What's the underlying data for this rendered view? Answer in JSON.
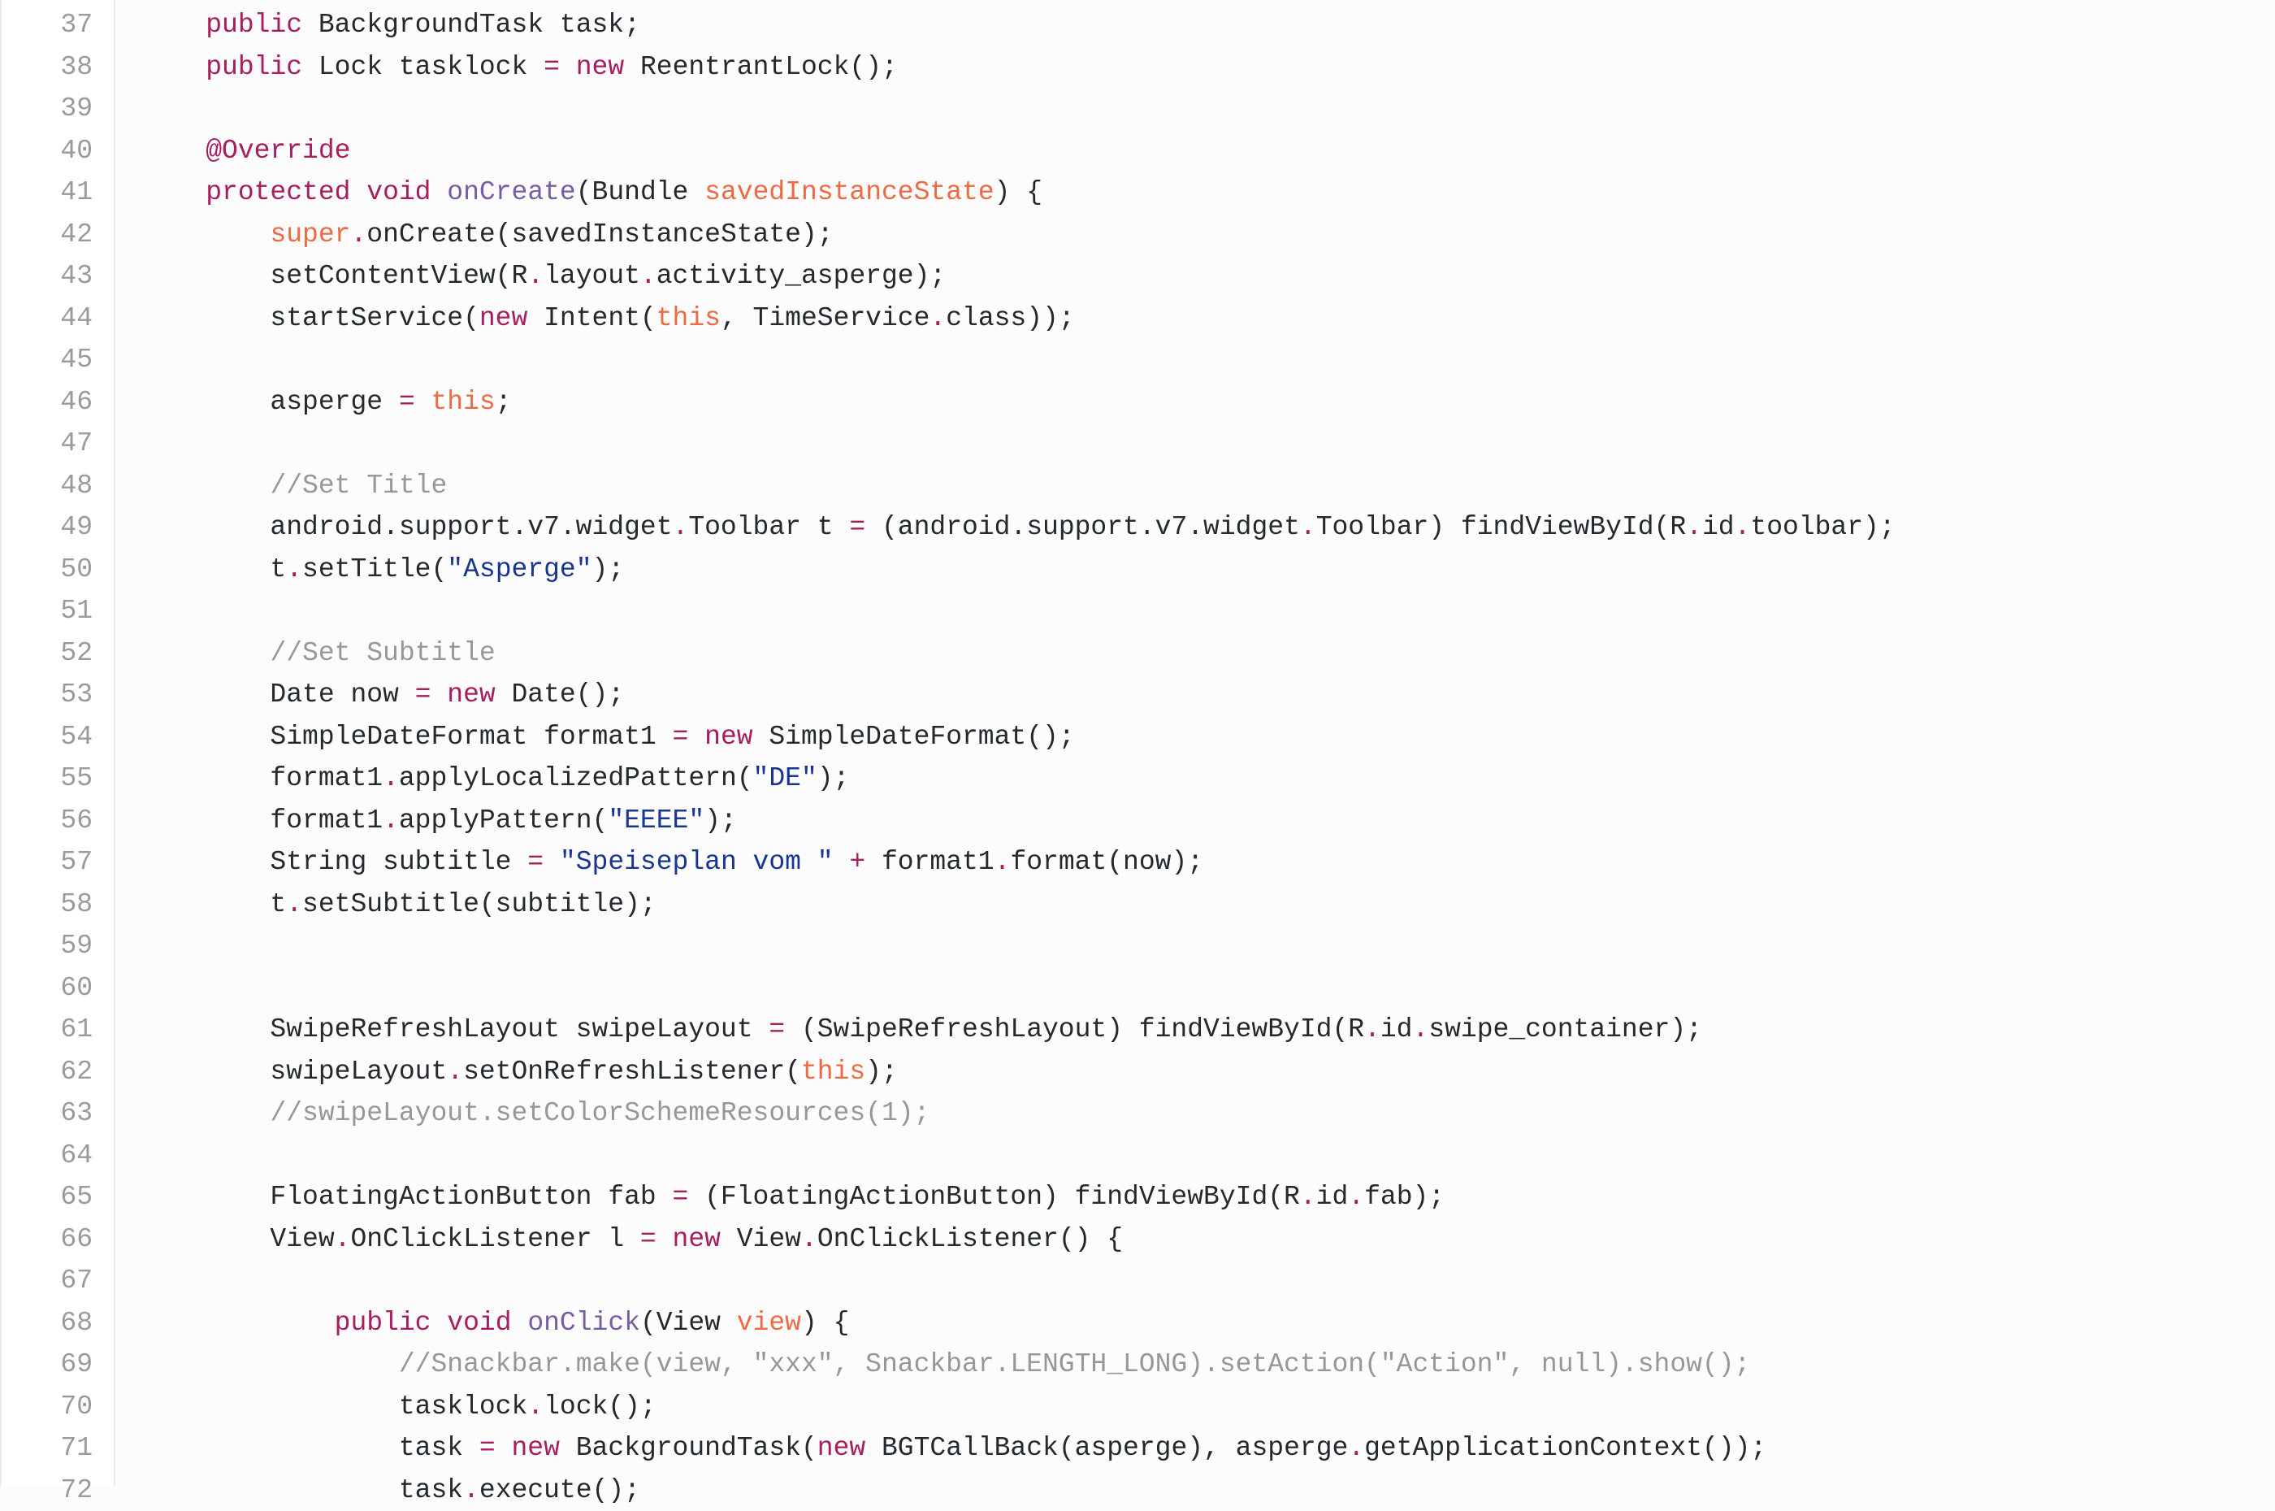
{
  "editor": {
    "lines": [
      {
        "n": "37",
        "tokens": [
          [
            "tx",
            "    "
          ],
          [
            "kw",
            "public"
          ],
          [
            "tx",
            " BackgroundTask task;"
          ]
        ]
      },
      {
        "n": "38",
        "tokens": [
          [
            "tx",
            "    "
          ],
          [
            "kw",
            "public"
          ],
          [
            "tx",
            " Lock tasklock "
          ],
          [
            "op",
            "="
          ],
          [
            "tx",
            " "
          ],
          [
            "kw",
            "new"
          ],
          [
            "tx",
            " ReentrantLock();"
          ]
        ]
      },
      {
        "n": "39",
        "tokens": []
      },
      {
        "n": "40",
        "tokens": [
          [
            "tx",
            "    "
          ],
          [
            "at",
            "@Override"
          ]
        ]
      },
      {
        "n": "41",
        "tokens": [
          [
            "tx",
            "    "
          ],
          [
            "kw",
            "protected"
          ],
          [
            "tx",
            " "
          ],
          [
            "kw",
            "void"
          ],
          [
            "tx",
            " "
          ],
          [
            "fn",
            "onCreate"
          ],
          [
            "tx",
            "(Bundle "
          ],
          [
            "pr",
            "savedInstanceState"
          ],
          [
            "tx",
            ") {"
          ]
        ]
      },
      {
        "n": "42",
        "tokens": [
          [
            "tx",
            "        "
          ],
          [
            "pr",
            "super"
          ],
          [
            "op",
            "."
          ],
          [
            "tx",
            "onCreate(savedInstanceState);"
          ]
        ]
      },
      {
        "n": "43",
        "tokens": [
          [
            "tx",
            "        setContentView(R"
          ],
          [
            "op",
            "."
          ],
          [
            "tx",
            "layout"
          ],
          [
            "op",
            "."
          ],
          [
            "tx",
            "activity_asperge);"
          ]
        ]
      },
      {
        "n": "44",
        "tokens": [
          [
            "tx",
            "        startService("
          ],
          [
            "kw",
            "new"
          ],
          [
            "tx",
            " Intent("
          ],
          [
            "pr",
            "this"
          ],
          [
            "tx",
            ", TimeService"
          ],
          [
            "op",
            "."
          ],
          [
            "tx",
            "class));"
          ]
        ]
      },
      {
        "n": "45",
        "tokens": []
      },
      {
        "n": "46",
        "tokens": [
          [
            "tx",
            "        asperge "
          ],
          [
            "op",
            "="
          ],
          [
            "tx",
            " "
          ],
          [
            "pr",
            "this"
          ],
          [
            "tx",
            ";"
          ]
        ]
      },
      {
        "n": "47",
        "tokens": []
      },
      {
        "n": "48",
        "tokens": [
          [
            "tx",
            "        "
          ],
          [
            "cm",
            "//Set Title"
          ]
        ]
      },
      {
        "n": "49",
        "tokens": [
          [
            "tx",
            "        android.support.v7.widget"
          ],
          [
            "op",
            "."
          ],
          [
            "tx",
            "Toolbar t "
          ],
          [
            "op",
            "="
          ],
          [
            "tx",
            " (android.support.v7.widget"
          ],
          [
            "op",
            "."
          ],
          [
            "tx",
            "Toolbar) findViewById(R"
          ],
          [
            "op",
            "."
          ],
          [
            "tx",
            "id"
          ],
          [
            "op",
            "."
          ],
          [
            "tx",
            "toolbar);"
          ]
        ]
      },
      {
        "n": "50",
        "tokens": [
          [
            "tx",
            "        t"
          ],
          [
            "op",
            "."
          ],
          [
            "tx",
            "setTitle("
          ],
          [
            "st",
            "\"Asperge\""
          ],
          [
            "tx",
            ");"
          ]
        ]
      },
      {
        "n": "51",
        "tokens": []
      },
      {
        "n": "52",
        "tokens": [
          [
            "tx",
            "        "
          ],
          [
            "cm",
            "//Set Subtitle"
          ]
        ]
      },
      {
        "n": "53",
        "tokens": [
          [
            "tx",
            "        Date now "
          ],
          [
            "op",
            "="
          ],
          [
            "tx",
            " "
          ],
          [
            "kw",
            "new"
          ],
          [
            "tx",
            " Date();"
          ]
        ]
      },
      {
        "n": "54",
        "tokens": [
          [
            "tx",
            "        SimpleDateFormat format1 "
          ],
          [
            "op",
            "="
          ],
          [
            "tx",
            " "
          ],
          [
            "kw",
            "new"
          ],
          [
            "tx",
            " SimpleDateFormat();"
          ]
        ]
      },
      {
        "n": "55",
        "tokens": [
          [
            "tx",
            "        format1"
          ],
          [
            "op",
            "."
          ],
          [
            "tx",
            "applyLocalizedPattern("
          ],
          [
            "st",
            "\"DE\""
          ],
          [
            "tx",
            ");"
          ]
        ]
      },
      {
        "n": "56",
        "tokens": [
          [
            "tx",
            "        format1"
          ],
          [
            "op",
            "."
          ],
          [
            "tx",
            "applyPattern("
          ],
          [
            "st",
            "\"EEEE\""
          ],
          [
            "tx",
            ");"
          ]
        ]
      },
      {
        "n": "57",
        "tokens": [
          [
            "tx",
            "        String subtitle "
          ],
          [
            "op",
            "="
          ],
          [
            "tx",
            " "
          ],
          [
            "st",
            "\"Speiseplan vom \""
          ],
          [
            "tx",
            " "
          ],
          [
            "op",
            "+"
          ],
          [
            "tx",
            " format1"
          ],
          [
            "op",
            "."
          ],
          [
            "tx",
            "format(now);"
          ]
        ]
      },
      {
        "n": "58",
        "tokens": [
          [
            "tx",
            "        t"
          ],
          [
            "op",
            "."
          ],
          [
            "tx",
            "setSubtitle(subtitle);"
          ]
        ]
      },
      {
        "n": "59",
        "tokens": []
      },
      {
        "n": "60",
        "tokens": []
      },
      {
        "n": "61",
        "tokens": [
          [
            "tx",
            "        SwipeRefreshLayout swipeLayout "
          ],
          [
            "op",
            "="
          ],
          [
            "tx",
            " (SwipeRefreshLayout) findViewById(R"
          ],
          [
            "op",
            "."
          ],
          [
            "tx",
            "id"
          ],
          [
            "op",
            "."
          ],
          [
            "tx",
            "swipe_container);"
          ]
        ]
      },
      {
        "n": "62",
        "tokens": [
          [
            "tx",
            "        swipeLayout"
          ],
          [
            "op",
            "."
          ],
          [
            "tx",
            "setOnRefreshListener("
          ],
          [
            "pr",
            "this"
          ],
          [
            "tx",
            ");"
          ]
        ]
      },
      {
        "n": "63",
        "tokens": [
          [
            "tx",
            "        "
          ],
          [
            "cm",
            "//swipeLayout.setColorSchemeResources(1);"
          ]
        ]
      },
      {
        "n": "64",
        "tokens": []
      },
      {
        "n": "65",
        "tokens": [
          [
            "tx",
            "        FloatingActionButton fab "
          ],
          [
            "op",
            "="
          ],
          [
            "tx",
            " (FloatingActionButton) findViewById(R"
          ],
          [
            "op",
            "."
          ],
          [
            "tx",
            "id"
          ],
          [
            "op",
            "."
          ],
          [
            "tx",
            "fab);"
          ]
        ]
      },
      {
        "n": "66",
        "tokens": [
          [
            "tx",
            "        View"
          ],
          [
            "op",
            "."
          ],
          [
            "tx",
            "OnClickListener l "
          ],
          [
            "op",
            "="
          ],
          [
            "tx",
            " "
          ],
          [
            "kw",
            "new"
          ],
          [
            "tx",
            " View"
          ],
          [
            "op",
            "."
          ],
          [
            "tx",
            "OnClickListener() {"
          ]
        ]
      },
      {
        "n": "67",
        "tokens": []
      },
      {
        "n": "68",
        "tokens": [
          [
            "tx",
            "            "
          ],
          [
            "kw",
            "public"
          ],
          [
            "tx",
            " "
          ],
          [
            "kw",
            "void"
          ],
          [
            "tx",
            " "
          ],
          [
            "fn",
            "onClick"
          ],
          [
            "tx",
            "(View "
          ],
          [
            "pr",
            "view"
          ],
          [
            "tx",
            ") {"
          ]
        ]
      },
      {
        "n": "69",
        "tokens": [
          [
            "tx",
            "                "
          ],
          [
            "cm",
            "//Snackbar.make(view, \"xxx\", Snackbar.LENGTH_LONG).setAction(\"Action\", null).show();"
          ]
        ]
      },
      {
        "n": "70",
        "tokens": [
          [
            "tx",
            "                tasklock"
          ],
          [
            "op",
            "."
          ],
          [
            "tx",
            "lock();"
          ]
        ]
      },
      {
        "n": "71",
        "tokens": [
          [
            "tx",
            "                task "
          ],
          [
            "op",
            "="
          ],
          [
            "tx",
            " "
          ],
          [
            "kw",
            "new"
          ],
          [
            "tx",
            " BackgroundTask("
          ],
          [
            "kw",
            "new"
          ],
          [
            "tx",
            " BGTCallBack(asperge), asperge"
          ],
          [
            "op",
            "."
          ],
          [
            "tx",
            "getApplicationContext());"
          ]
        ]
      },
      {
        "n": "72",
        "tokens": [
          [
            "tx",
            "                task"
          ],
          [
            "op",
            "."
          ],
          [
            "tx",
            "execute();"
          ]
        ]
      }
    ]
  }
}
